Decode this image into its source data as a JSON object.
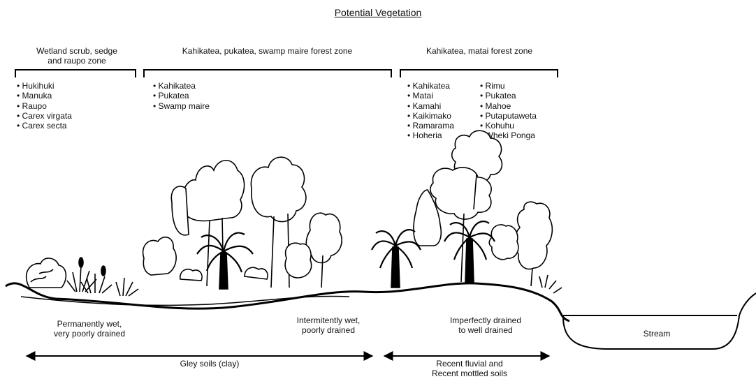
{
  "title": "Potential Vegetation",
  "zones": [
    {
      "label_line1": "Wetland scrub, sedge",
      "label_line2": "and raupo zone",
      "species": [
        "Hukihuki",
        "Manuka",
        "Raupo",
        "Carex virgata",
        "Carex secta"
      ]
    },
    {
      "label_line1": "Kahikatea, pukatea, swamp maire forest zone",
      "label_line2": "",
      "species": [
        "Kahikatea",
        "Pukatea",
        "Swamp maire"
      ]
    },
    {
      "label_line1": "Kahikatea, matai forest zone",
      "label_line2": "",
      "species_col1": [
        "Kahikatea",
        "Matai",
        "Kamahi",
        "Kaikimako",
        "Ramarama",
        "Hoheria"
      ],
      "species_col2": [
        "Rimu",
        "Pukatea",
        "Mahoe",
        "Putaputaweta",
        "Kohuhu",
        "Wheki Ponga"
      ]
    }
  ],
  "drainage": [
    {
      "line1": "Permanently  wet,",
      "line2": "very poorly drained"
    },
    {
      "line1": "Intermitently wet,",
      "line2": "poorly drained"
    },
    {
      "line1": "Imperfectly drained",
      "line2": "to well drained"
    }
  ],
  "stream_label": "Stream",
  "soils": [
    {
      "line1": "Gley soils (clay)",
      "line2": ""
    },
    {
      "line1": "Recent fluvial and",
      "line2": "Recent mottled soils"
    }
  ]
}
